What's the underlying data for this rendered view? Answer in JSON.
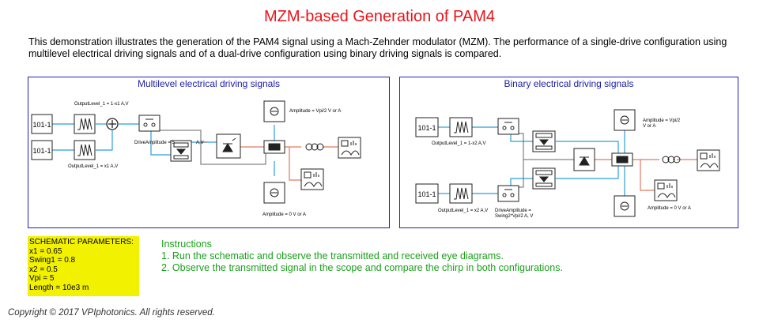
{
  "title": "MZM-based Generation of PAM4",
  "description": "This demonstration illustrates the generation of the PAM4 signal using a Mach-Zehnder modulator (MZM). The performance of a single-drive configuration using multilevel electrical driving signals and of a dual-drive configuration using binary driving signals is compared.",
  "left_panel": {
    "title": "Multilevel electrical driving signals",
    "labels": {
      "output_level_1": "OutputLevel_1 = 1-x1 A,V",
      "output_level_2": "OutputLevel_1 = x1 A,V",
      "drive_amplitude": "DriveAmplitude = 5",
      "drive_unit": "A,V",
      "amplitude_top": "Amplitude = Vpi/2 V or A",
      "amplitude_bottom": "Amplitude = 0 V or A"
    }
  },
  "right_panel": {
    "title": "Binary electrical driving signals",
    "labels": {
      "output_level_1": "OutputLevel_1 = 1-x2 A,V",
      "output_level_2": "OutputLevel_1 = x2 A,V",
      "drive_amplitude_1": "DriveAmplitude =",
      "drive_amplitude_2": "Swing2*Vpi/2 A, V",
      "amplitude_top_1": "Amplitude = Vpi/2",
      "amplitude_top_2": "V or A",
      "amplitude_bottom": "Amplitude = 0 V or A"
    }
  },
  "prbs_label": "101-1",
  "parameters": {
    "heading": "SCHEMATIC PARAMETERS:",
    "lines": [
      "x1 = 0.65",
      "Swing1 = 0.8",
      "x2 = 0.5",
      "Vpi = 5",
      "Length = 10e3 m"
    ]
  },
  "instructions": {
    "heading": "Instructions",
    "steps": [
      "1. Run the schematic and observe the transmitted and received eye diagrams.",
      "2. Observe the transmitted signal in the scope and compare the chirp in both configurations."
    ]
  },
  "copyright": "Copyright © 2017 VPIphotonics. All rights reserved.",
  "colors": {
    "title": "#e8141a",
    "panel_border": "#1f22a8",
    "electrical_wire": "#2a9fd8",
    "optical_wire": "#e07a5f",
    "param_bg": "#f2f200",
    "instructions": "#1aa01a"
  }
}
